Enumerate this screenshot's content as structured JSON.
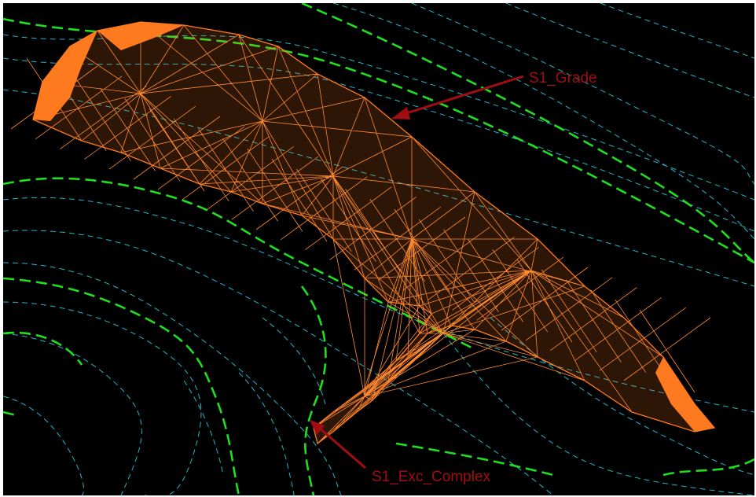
{
  "colors": {
    "background": "#000000",
    "existing_ground_contour_minor": "#22b6c8",
    "existing_ground_contour_major": "#1fe020",
    "tin_surface": "#ff7a1f",
    "annotation": "#a10d12"
  },
  "annotations": [
    {
      "id": "s1-grade",
      "label": "S1_Grade"
    },
    {
      "id": "s1-exc-complex",
      "label": "S1_Exc_Complex"
    }
  ]
}
